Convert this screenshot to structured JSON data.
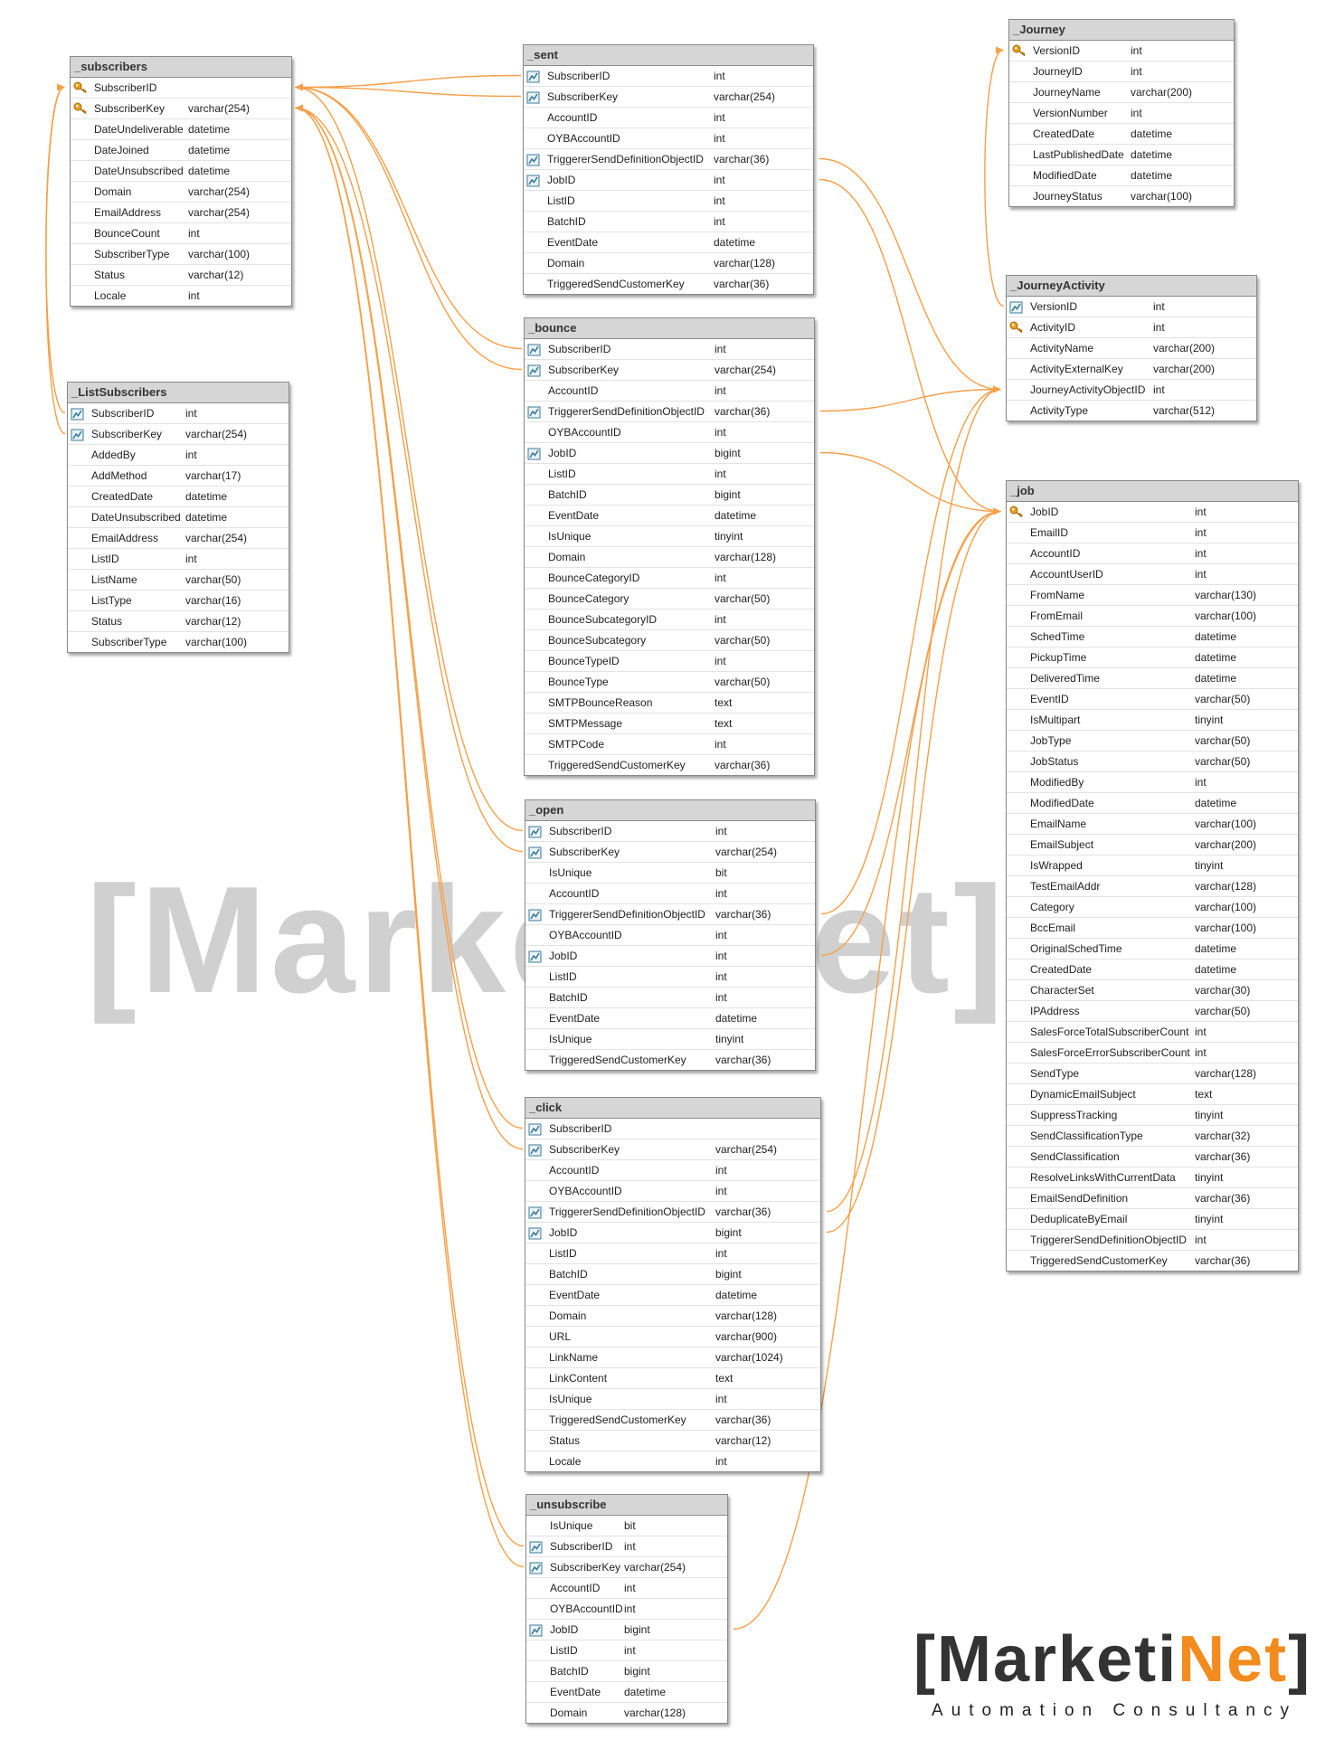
{
  "watermark": "[MarketiNet]",
  "logo": {
    "bracket_open": "[",
    "part1": "Marketi",
    "part2": "Net",
    "bracket_close": "]",
    "tagline": "Automation Consultancy"
  },
  "colors": {
    "connector": "#f5a04a",
    "header_bg": "#d6d6d6",
    "key": "#e8a020",
    "fk_icon": "#3b7a9a",
    "logo_accent": "#f28c1e"
  },
  "tables": [
    {
      "id": "subscribers",
      "title": "_subscribers",
      "columns": [
        {
          "name": "SubscriberID",
          "type": "",
          "icon": "key-icon"
        },
        {
          "name": "SubscriberKey",
          "type": "varchar(254)",
          "icon": "key-icon"
        },
        {
          "name": "DateUndeliverable",
          "type": "datetime",
          "icon": ""
        },
        {
          "name": "DateJoined",
          "type": "datetime",
          "icon": ""
        },
        {
          "name": "DateUnsubscribed",
          "type": "datetime",
          "icon": ""
        },
        {
          "name": "Domain",
          "type": "varchar(254)",
          "icon": ""
        },
        {
          "name": "EmailAddress",
          "type": "varchar(254)",
          "icon": ""
        },
        {
          "name": "BounceCount",
          "type": "int",
          "icon": ""
        },
        {
          "name": "SubscriberType",
          "type": "varchar(100)",
          "icon": ""
        },
        {
          "name": "Status",
          "type": "varchar(12)",
          "icon": ""
        },
        {
          "name": "Locale",
          "type": "int",
          "icon": ""
        }
      ]
    },
    {
      "id": "listsubscribers",
      "title": "_ListSubscribers",
      "columns": [
        {
          "name": "SubscriberID",
          "type": "int",
          "icon": "foreign-key-icon"
        },
        {
          "name": "SubscriberKey",
          "type": "varchar(254)",
          "icon": "foreign-key-icon"
        },
        {
          "name": "AddedBy",
          "type": "int",
          "icon": ""
        },
        {
          "name": "AddMethod",
          "type": "varchar(17)",
          "icon": ""
        },
        {
          "name": "CreatedDate",
          "type": "datetime",
          "icon": ""
        },
        {
          "name": "DateUnsubscribed",
          "type": "datetime",
          "icon": ""
        },
        {
          "name": "EmailAddress",
          "type": "varchar(254)",
          "icon": ""
        },
        {
          "name": "ListID",
          "type": "int",
          "icon": ""
        },
        {
          "name": "ListName",
          "type": "varchar(50)",
          "icon": ""
        },
        {
          "name": "ListType",
          "type": "varchar(16)",
          "icon": ""
        },
        {
          "name": "Status",
          "type": "varchar(12)",
          "icon": ""
        },
        {
          "name": "SubscriberType",
          "type": "varchar(100)",
          "icon": ""
        }
      ]
    },
    {
      "id": "sent",
      "title": "_sent",
      "columns": [
        {
          "name": "SubscriberID",
          "type": "int",
          "icon": "foreign-key-icon"
        },
        {
          "name": "SubscriberKey",
          "type": "varchar(254)",
          "icon": "foreign-key-icon"
        },
        {
          "name": "AccountID",
          "type": "int",
          "icon": ""
        },
        {
          "name": "OYBAccountID",
          "type": "int",
          "icon": ""
        },
        {
          "name": "TriggererSendDefinitionObjectID",
          "type": "varchar(36)",
          "icon": "foreign-key-icon"
        },
        {
          "name": "JobID",
          "type": "int",
          "icon": "foreign-key-icon"
        },
        {
          "name": "ListID",
          "type": "int",
          "icon": ""
        },
        {
          "name": "BatchID",
          "type": "int",
          "icon": ""
        },
        {
          "name": "EventDate",
          "type": "datetime",
          "icon": ""
        },
        {
          "name": "Domain",
          "type": "varchar(128)",
          "icon": ""
        },
        {
          "name": "TriggeredSendCustomerKey",
          "type": "varchar(36)",
          "icon": ""
        }
      ]
    },
    {
      "id": "bounce",
      "title": "_bounce",
      "columns": [
        {
          "name": "SubscriberID",
          "type": "int",
          "icon": "foreign-key-icon"
        },
        {
          "name": "SubscriberKey",
          "type": "varchar(254)",
          "icon": "foreign-key-icon"
        },
        {
          "name": "AccountID",
          "type": "int",
          "icon": ""
        },
        {
          "name": "TriggererSendDefinitionObjectID",
          "type": "varchar(36)",
          "icon": "foreign-key-icon"
        },
        {
          "name": "OYBAccountID",
          "type": "int",
          "icon": ""
        },
        {
          "name": "JobID",
          "type": "bigint",
          "icon": "foreign-key-icon"
        },
        {
          "name": "ListID",
          "type": "int",
          "icon": ""
        },
        {
          "name": "BatchID",
          "type": "bigint",
          "icon": ""
        },
        {
          "name": "EventDate",
          "type": "datetime",
          "icon": ""
        },
        {
          "name": "IsUnique",
          "type": "tinyint",
          "icon": ""
        },
        {
          "name": "Domain",
          "type": "varchar(128)",
          "icon": ""
        },
        {
          "name": "BounceCategoryID",
          "type": "int",
          "icon": ""
        },
        {
          "name": "BounceCategory",
          "type": "varchar(50)",
          "icon": ""
        },
        {
          "name": "BounceSubcategoryID",
          "type": "int",
          "icon": ""
        },
        {
          "name": "BounceSubcategory",
          "type": "varchar(50)",
          "icon": ""
        },
        {
          "name": "BounceTypeID",
          "type": "int",
          "icon": ""
        },
        {
          "name": "BounceType",
          "type": "varchar(50)",
          "icon": ""
        },
        {
          "name": "SMTPBounceReason",
          "type": "text",
          "icon": ""
        },
        {
          "name": "SMTPMessage",
          "type": "text",
          "icon": ""
        },
        {
          "name": "SMTPCode",
          "type": "int",
          "icon": ""
        },
        {
          "name": "TriggeredSendCustomerKey",
          "type": "varchar(36)",
          "icon": ""
        }
      ]
    },
    {
      "id": "open",
      "title": "_open",
      "columns": [
        {
          "name": "SubscriberID",
          "type": "int",
          "icon": "foreign-key-icon"
        },
        {
          "name": "SubscriberKey",
          "type": "varchar(254)",
          "icon": "foreign-key-icon"
        },
        {
          "name": "IsUnique",
          "type": "bit",
          "icon": ""
        },
        {
          "name": "AccountID",
          "type": "int",
          "icon": ""
        },
        {
          "name": "TriggererSendDefinitionObjectID",
          "type": "varchar(36)",
          "icon": "foreign-key-icon"
        },
        {
          "name": "OYBAccountID",
          "type": "int",
          "icon": ""
        },
        {
          "name": "JobID",
          "type": "int",
          "icon": "foreign-key-icon"
        },
        {
          "name": "ListID",
          "type": "int",
          "icon": ""
        },
        {
          "name": "BatchID",
          "type": "int",
          "icon": ""
        },
        {
          "name": "EventDate",
          "type": "datetime",
          "icon": ""
        },
        {
          "name": "IsUnique",
          "type": "tinyint",
          "icon": ""
        },
        {
          "name": "TriggeredSendCustomerKey",
          "type": "varchar(36)",
          "icon": ""
        }
      ]
    },
    {
      "id": "click",
      "title": "_click",
      "columns": [
        {
          "name": "SubscriberID",
          "type": "",
          "icon": "foreign-key-icon"
        },
        {
          "name": "SubscriberKey",
          "type": "varchar(254)",
          "icon": "foreign-key-icon"
        },
        {
          "name": "AccountID",
          "type": "int",
          "icon": ""
        },
        {
          "name": "OYBAccountID",
          "type": "int",
          "icon": ""
        },
        {
          "name": "TriggererSendDefinitionObjectID",
          "type": "varchar(36)",
          "icon": "foreign-key-icon"
        },
        {
          "name": "JobID",
          "type": "bigint",
          "icon": "foreign-key-icon"
        },
        {
          "name": "ListID",
          "type": "int",
          "icon": ""
        },
        {
          "name": "BatchID",
          "type": "bigint",
          "icon": ""
        },
        {
          "name": "EventDate",
          "type": "datetime",
          "icon": ""
        },
        {
          "name": "Domain",
          "type": "varchar(128)",
          "icon": ""
        },
        {
          "name": "URL",
          "type": "varchar(900)",
          "icon": ""
        },
        {
          "name": "LinkName",
          "type": "varchar(1024)",
          "icon": ""
        },
        {
          "name": "LinkContent",
          "type": "text",
          "icon": ""
        },
        {
          "name": "IsUnique",
          "type": "int",
          "icon": ""
        },
        {
          "name": "TriggeredSendCustomerKey",
          "type": "varchar(36)",
          "icon": ""
        },
        {
          "name": "Status",
          "type": "varchar(12)",
          "icon": ""
        },
        {
          "name": "Locale",
          "type": "int",
          "icon": ""
        }
      ]
    },
    {
      "id": "unsubscribe",
      "title": "_unsubscribe",
      "columns": [
        {
          "name": "IsUnique",
          "type": "bit",
          "icon": ""
        },
        {
          "name": "SubscriberID",
          "type": "int",
          "icon": "foreign-key-icon"
        },
        {
          "name": "SubscriberKey",
          "type": "varchar(254)",
          "icon": "foreign-key-icon"
        },
        {
          "name": "AccountID",
          "type": "int",
          "icon": ""
        },
        {
          "name": "OYBAccountID",
          "type": "int",
          "icon": ""
        },
        {
          "name": "JobID",
          "type": "bigint",
          "icon": "foreign-key-icon"
        },
        {
          "name": "ListID",
          "type": "int",
          "icon": ""
        },
        {
          "name": "BatchID",
          "type": "bigint",
          "icon": ""
        },
        {
          "name": "EventDate",
          "type": "datetime",
          "icon": ""
        },
        {
          "name": "Domain",
          "type": "varchar(128)",
          "icon": ""
        }
      ]
    },
    {
      "id": "journey",
      "title": "_Journey",
      "columns": [
        {
          "name": "VersionID",
          "type": "int",
          "icon": "key-icon"
        },
        {
          "name": "JourneyID",
          "type": "int",
          "icon": ""
        },
        {
          "name": "JourneyName",
          "type": "varchar(200)",
          "icon": ""
        },
        {
          "name": "VersionNumber",
          "type": "int",
          "icon": ""
        },
        {
          "name": "CreatedDate",
          "type": "datetime",
          "icon": ""
        },
        {
          "name": "LastPublishedDate",
          "type": "datetime",
          "icon": ""
        },
        {
          "name": "ModifiedDate",
          "type": "datetime",
          "icon": ""
        },
        {
          "name": "JourneyStatus",
          "type": "varchar(100)",
          "icon": ""
        }
      ]
    },
    {
      "id": "journeyactivity",
      "title": "_JourneyActivity",
      "columns": [
        {
          "name": "VersionID",
          "type": "int",
          "icon": "foreign-key-icon"
        },
        {
          "name": "ActivityID",
          "type": "int",
          "icon": "key-icon"
        },
        {
          "name": "ActivityName",
          "type": "varchar(200)",
          "icon": ""
        },
        {
          "name": "ActivityExternalKey",
          "type": "varchar(200)",
          "icon": ""
        },
        {
          "name": "JourneyActivityObjectID",
          "type": "int",
          "icon": ""
        },
        {
          "name": "ActivityType",
          "type": "varchar(512)",
          "icon": ""
        }
      ]
    },
    {
      "id": "job",
      "title": "_job",
      "columns": [
        {
          "name": "JobID",
          "type": "int",
          "icon": "key-icon"
        },
        {
          "name": "EmailID",
          "type": "int",
          "icon": ""
        },
        {
          "name": "AccountID",
          "type": "int",
          "icon": ""
        },
        {
          "name": "AccountUserID",
          "type": "int",
          "icon": ""
        },
        {
          "name": "FromName",
          "type": "varchar(130)",
          "icon": ""
        },
        {
          "name": "FromEmail",
          "type": "varchar(100)",
          "icon": ""
        },
        {
          "name": "SchedTime",
          "type": "datetime",
          "icon": ""
        },
        {
          "name": "PickupTime",
          "type": "datetime",
          "icon": ""
        },
        {
          "name": "DeliveredTime",
          "type": "datetime",
          "icon": ""
        },
        {
          "name": "EventID",
          "type": "varchar(50)",
          "icon": ""
        },
        {
          "name": "IsMultipart",
          "type": "tinyint",
          "icon": ""
        },
        {
          "name": "JobType",
          "type": "varchar(50)",
          "icon": ""
        },
        {
          "name": "JobStatus",
          "type": "varchar(50)",
          "icon": ""
        },
        {
          "name": "ModifiedBy",
          "type": "int",
          "icon": ""
        },
        {
          "name": "ModifiedDate",
          "type": "datetime",
          "icon": ""
        },
        {
          "name": "EmailName",
          "type": "varchar(100)",
          "icon": ""
        },
        {
          "name": "EmailSubject",
          "type": "varchar(200)",
          "icon": ""
        },
        {
          "name": "IsWrapped",
          "type": "tinyint",
          "icon": ""
        },
        {
          "name": "TestEmailAddr",
          "type": "varchar(128)",
          "icon": ""
        },
        {
          "name": "Category",
          "type": "varchar(100)",
          "icon": ""
        },
        {
          "name": "BccEmail",
          "type": "varchar(100)",
          "icon": ""
        },
        {
          "name": "OriginalSchedTime",
          "type": "datetime",
          "icon": ""
        },
        {
          "name": "CreatedDate",
          "type": "datetime",
          "icon": ""
        },
        {
          "name": "CharacterSet",
          "type": "varchar(30)",
          "icon": ""
        },
        {
          "name": "IPAddress",
          "type": "varchar(50)",
          "icon": ""
        },
        {
          "name": "SalesForceTotalSubscriberCount",
          "type": "int",
          "icon": ""
        },
        {
          "name": "SalesForceErrorSubscriberCount",
          "type": "int",
          "icon": ""
        },
        {
          "name": "SendType",
          "type": "varchar(128)",
          "icon": ""
        },
        {
          "name": "DynamicEmailSubject",
          "type": "text",
          "icon": ""
        },
        {
          "name": "SuppressTracking",
          "type": "tinyint",
          "icon": ""
        },
        {
          "name": "SendClassificationType",
          "type": "varchar(32)",
          "icon": ""
        },
        {
          "name": "SendClassification",
          "type": "varchar(36)",
          "icon": ""
        },
        {
          "name": "ResolveLinksWithCurrentData",
          "type": "tinyint",
          "icon": ""
        },
        {
          "name": "EmailSendDefinition",
          "type": "varchar(36)",
          "icon": ""
        },
        {
          "name": "DeduplicateByEmail",
          "type": "tinyint",
          "icon": ""
        },
        {
          "name": "TriggererSendDefinitionObjectID",
          "type": "int",
          "icon": ""
        },
        {
          "name": "TriggeredSendCustomerKey",
          "type": "varchar(36)",
          "icon": ""
        }
      ]
    }
  ],
  "relations": [
    {
      "from": "sent",
      "col": 0,
      "to": "subscribers",
      "tocol": 0
    },
    {
      "from": "sent",
      "col": 1,
      "to": "subscribers",
      "tocol": 0
    },
    {
      "from": "bounce",
      "col": 0,
      "to": "subscribers",
      "tocol": 0
    },
    {
      "from": "bounce",
      "col": 1,
      "to": "subscribers",
      "tocol": 0
    },
    {
      "from": "open",
      "col": 0,
      "to": "subscribers",
      "tocol": 0
    },
    {
      "from": "open",
      "col": 1,
      "to": "subscribers",
      "tocol": 1
    },
    {
      "from": "click",
      "col": 0,
      "to": "subscribers",
      "tocol": 1
    },
    {
      "from": "click",
      "col": 1,
      "to": "subscribers",
      "tocol": 1
    },
    {
      "from": "unsubscribe",
      "col": 1,
      "to": "subscribers",
      "tocol": 1
    },
    {
      "from": "unsubscribe",
      "col": 2,
      "to": "subscribers",
      "tocol": 1
    },
    {
      "from": "listsubscribers",
      "col": 0,
      "to": "subscribers",
      "tocol": 0
    },
    {
      "from": "listsubscribers",
      "col": 1,
      "to": "subscribers",
      "tocol": 0
    },
    {
      "from": "journeyactivity",
      "col": 0,
      "to": "journey",
      "tocol": 0
    },
    {
      "from": "sent",
      "col": 4,
      "to": "journeyactivity",
      "tocol": 4
    },
    {
      "from": "bounce",
      "col": 3,
      "to": "journeyactivity",
      "tocol": 4
    },
    {
      "from": "open",
      "col": 4,
      "to": "journeyactivity",
      "tocol": 4
    },
    {
      "from": "click",
      "col": 4,
      "to": "journeyactivity",
      "tocol": 4
    },
    {
      "from": "sent",
      "col": 5,
      "to": "job",
      "tocol": 0
    },
    {
      "from": "bounce",
      "col": 5,
      "to": "job",
      "tocol": 0
    },
    {
      "from": "open",
      "col": 6,
      "to": "job",
      "tocol": 0
    },
    {
      "from": "click",
      "col": 5,
      "to": "job",
      "tocol": 0
    },
    {
      "from": "unsubscribe",
      "col": 5,
      "to": "job",
      "tocol": 0
    }
  ]
}
